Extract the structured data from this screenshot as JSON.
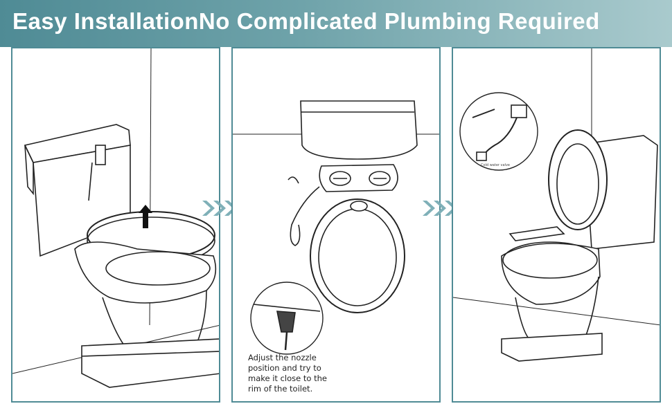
{
  "banner": {
    "title": "Easy InstallationNo Complicated Plumbing Required"
  },
  "panels": [
    {
      "step": "install-seat"
    },
    {
      "step": "attach-bidet",
      "note": "Adjust the nozzle position and try to make it close to the rim of the toilet."
    },
    {
      "step": "connect-water",
      "valve_label": "Cold water valve"
    }
  ],
  "colors": {
    "accent": "#4f8b95",
    "arrow": "#7fb0b8",
    "line": "#222222"
  }
}
